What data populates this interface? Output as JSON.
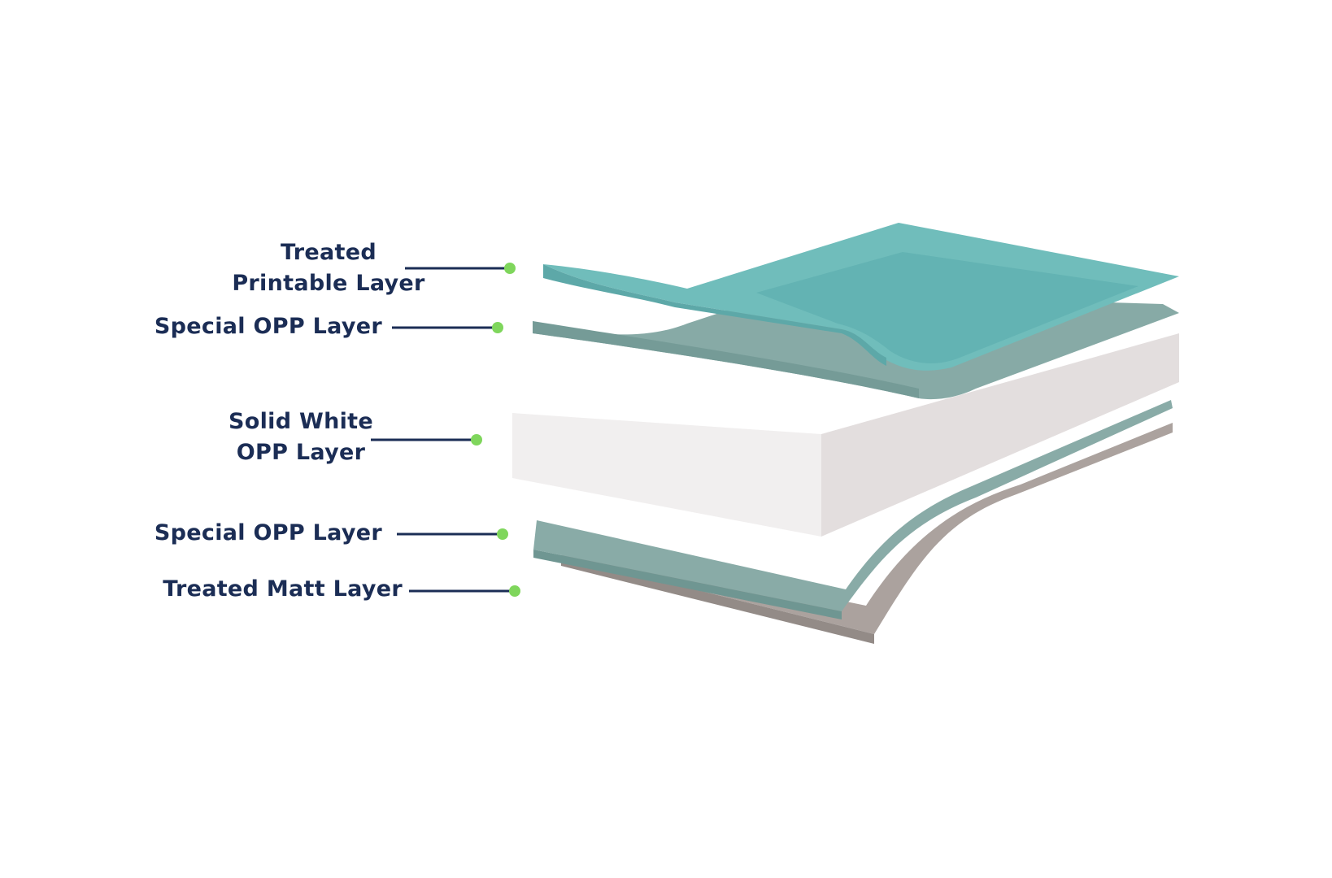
{
  "diagram": {
    "layers": [
      {
        "id": "printable",
        "label_lines": [
          "Treated",
          "Printable Layer"
        ],
        "color": "#6fbcba"
      },
      {
        "id": "opp_top",
        "label_lines": [
          "Special OPP Layer"
        ],
        "color": "#87aaa6"
      },
      {
        "id": "white",
        "label_lines": [
          "Solid White",
          "OPP Layer"
        ],
        "color": "#f2f0f0"
      },
      {
        "id": "opp_bottom",
        "label_lines": [
          "Special OPP Layer"
        ],
        "color": "#89aba7"
      },
      {
        "id": "matt",
        "label_lines": [
          "Treated Matt Layer"
        ],
        "color": "#aba29e"
      }
    ],
    "leader_line_color": "#1b2d55",
    "leader_dot_color": "#7fd65c"
  }
}
